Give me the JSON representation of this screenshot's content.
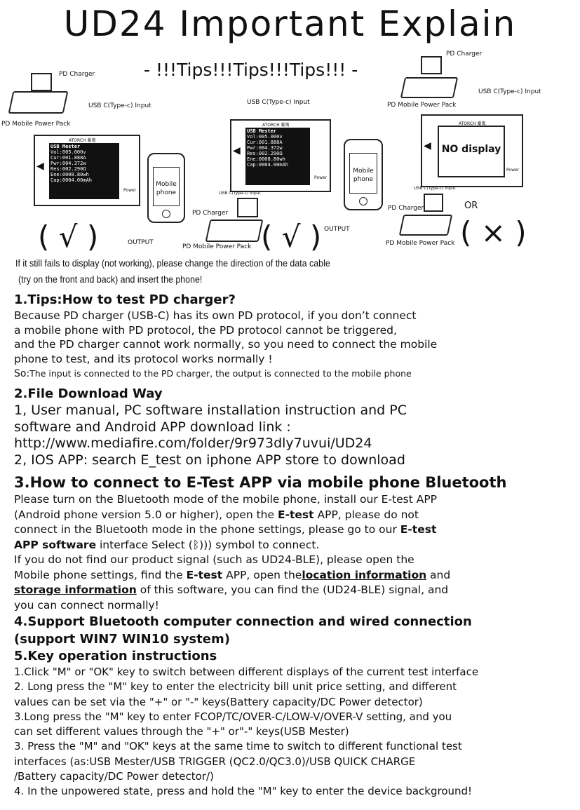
{
  "title": "UD24 Important Explain",
  "tips_banner": "- !!!Tips!!!Tips!!!Tips!!! -",
  "diagram": {
    "pd_charger": "PD Charger",
    "usb_c_input": "USB C(Type-c) Input",
    "mobile_power_pack": "PD Mobile Power Pack",
    "brand": "ATORCH 爱淘",
    "screen_title": "USB Mester",
    "screen_lines": [
      "Vol:005.000v",
      "Cur:001.888A",
      "Pwr:004.372w",
      "Res:002.290Ω",
      "Ene:0008.80wh",
      "Cap:0004.00mAh"
    ],
    "mobile_phone": "Mobile phone",
    "output": "OUTPUT",
    "usb_type_input_small": "USB C(Type-c) Input",
    "no_display": "NO display",
    "power": "Power",
    "or": "OR",
    "check_mark": "( √ )",
    "cross_mark": "( × )"
  },
  "note_line1": "If it still fails to display (not working), please change the direction of the data cable",
  "note_line2": "(try on the front and back) and insert the phone!",
  "s1": {
    "heading": "1.Tips:How to test PD charger?",
    "p1": "Because PD charger (USB-C) has its own PD protocol, if you don’t connect",
    "p2": "a mobile phone with PD protocol, the PD protocol cannot be triggered,",
    "p3": "and the PD charger cannot work normally, so you need to connect the mobile",
    "p4": "phone to test, and its protocol works normally !",
    "so_label": "So:",
    "so_text": "The input is connected to the PD charger, the output is connected to the mobile phone"
  },
  "s2": {
    "heading": "2.File Download Way",
    "l1": "1,  User manual, PC software installation instruction and PC",
    "l2": "software and Android APP download link :",
    "l3": "http://www.mediafire.com/folder/9r973dly7uvui/UD24",
    "l4": "2,  IOS APP: search E_test on iphone APP store to download"
  },
  "s3": {
    "heading": "3.How to connect to E-Test APP via mobile phone Bluetooth",
    "l1": "Please turn on the Bluetooth mode of the mobile phone, install our E-test APP",
    "l2a": "(Android phone version 5.0 or higher), open the ",
    "l2b": "E-test",
    "l2c": " APP, please do not",
    "l3a": "connect in the Bluetooth mode in the phone settings, please go to our ",
    "l3b": "E-test",
    "l4a": "APP software",
    "l4b": " interface Select (",
    "l4sym": "ᛒ))",
    "l4c": ") symbol to connect.",
    "l5": "If you do not find our product signal (such as UD24-BLE), please open the",
    "l6a": "Mobile phone settings, find the ",
    "l6b": "E-test",
    "l6c": " APP, open the",
    "l6d": "location information",
    "l6e": " and",
    "l7a": "storage information",
    "l7b": " of this software, you can find the (UD24-BLE) signal, and",
    "l8": "you can connect normally!"
  },
  "s4": {
    "heading1": "4.Support Bluetooth computer connection and wired connection",
    "heading2": "(support WIN7 WIN10 system)"
  },
  "s5": {
    "heading": "5.Key operation instructions",
    "l1": "1.Click \"M\" or \"OK\" key to switch between different displays of the current test interface",
    "l2": "2. Long press the \"M\"  key to enter the electricity bill unit price setting, and different",
    "l3": "values can be set via  the \"+\" or \"-\" keys(Battery capacity/DC Power detector)",
    "l4": "3.Long press the \"M\" key to enter FCOP/TC/OVER-C/LOW-V/OVER-V setting, and you",
    "l5": "can set different values through the \"+\" or\"-\" keys(USB Mester)",
    "l6": "3. Press the \"M\" and \"OK\" keys at the same time to switch to different functional test",
    "l7": "interfaces (as:USB Mester/USB TRIGGER (QC2.0/QC3.0)/USB QUICK CHARGE",
    "l8": "/Battery capacity/DC Power detector/)",
    "l9": "4. In the unpowered state, press and hold the \"M\" key to enter the device background!"
  }
}
